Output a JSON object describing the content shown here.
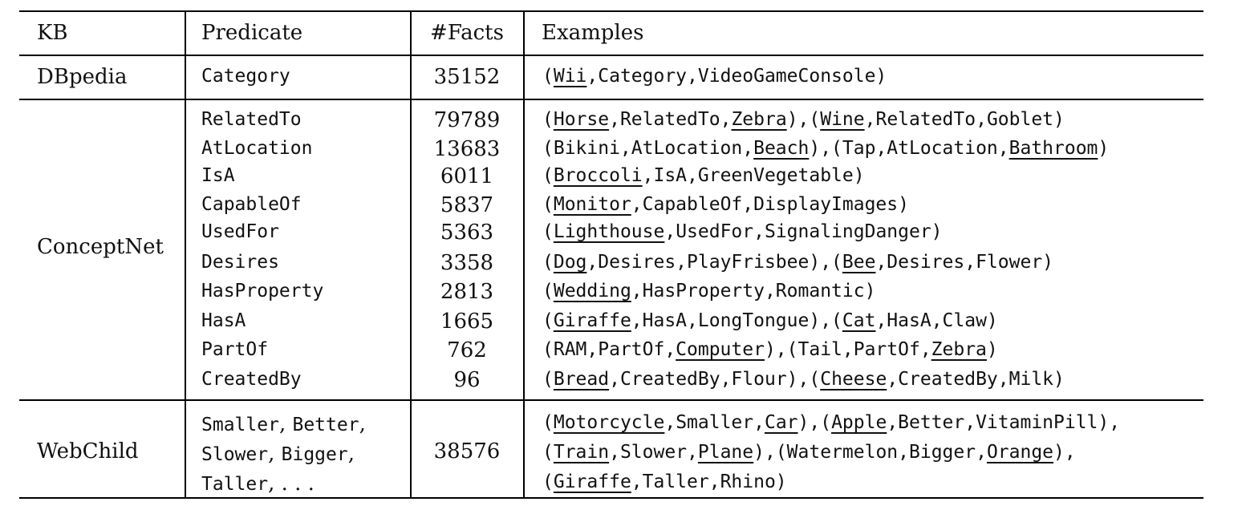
{
  "header": {
    "kb": "KB",
    "predicate": "Predicate",
    "facts": "#Facts",
    "examples": "Examples"
  },
  "rows": {
    "dbpedia": {
      "kb": "DBpedia",
      "predicates": [
        "Category"
      ],
      "facts": [
        "35152"
      ],
      "examples": [
        [
          [
            "(",
            false
          ],
          [
            "Wii",
            true
          ],
          [
            ",Category,VideoGameConsole)",
            false
          ]
        ]
      ]
    },
    "conceptnet": {
      "kb": "ConceptNet",
      "predicates": [
        "RelatedTo",
        "AtLocation",
        "IsA",
        "CapableOf",
        "UsedFor",
        "Desires",
        "HasProperty",
        "HasA",
        "PartOf",
        "CreatedBy"
      ],
      "facts": [
        "79789",
        "13683",
        "6011",
        "5837",
        "5363",
        "3358",
        "2813",
        "1665",
        "762",
        "96"
      ],
      "examples": [
        [
          [
            "(",
            false
          ],
          [
            "Horse",
            true
          ],
          [
            ",RelatedTo,",
            false
          ],
          [
            "Zebra",
            true
          ],
          [
            "),(",
            false
          ],
          [
            "Wine",
            true
          ],
          [
            ",RelatedTo,Goblet)",
            false
          ]
        ],
        [
          [
            "(Bikini,AtLocation,",
            false
          ],
          [
            "Beach",
            true
          ],
          [
            "),(Tap,AtLocation,",
            false
          ],
          [
            "Bathroom",
            true
          ],
          [
            ")",
            false
          ]
        ],
        [
          [
            "(",
            false
          ],
          [
            "Broccoli",
            true
          ],
          [
            ",IsA,GreenVegetable)",
            false
          ]
        ],
        [
          [
            "(",
            false
          ],
          [
            "Monitor",
            true
          ],
          [
            ",CapableOf,DisplayImages)",
            false
          ]
        ],
        [
          [
            "(",
            false
          ],
          [
            "Lighthouse",
            true
          ],
          [
            ",UsedFor,SignalingDanger)",
            false
          ]
        ],
        [
          [
            "(",
            false
          ],
          [
            "Dog",
            true
          ],
          [
            ",Desires,PlayFrisbee),(",
            false
          ],
          [
            "Bee",
            true
          ],
          [
            ",Desires,Flower)",
            false
          ]
        ],
        [
          [
            "(",
            false
          ],
          [
            "Wedding",
            true
          ],
          [
            ",HasProperty,Romantic)",
            false
          ]
        ],
        [
          [
            "(",
            false
          ],
          [
            "Giraffe",
            true
          ],
          [
            ",HasA,LongTongue),(",
            false
          ],
          [
            "Cat",
            true
          ],
          [
            ",HasA,Claw)",
            false
          ]
        ],
        [
          [
            "(RAM,PartOf,",
            false
          ],
          [
            "Computer",
            true
          ],
          [
            "),(Tail,PartOf,",
            false
          ],
          [
            "Zebra",
            true
          ],
          [
            ")",
            false
          ]
        ],
        [
          [
            "(",
            false
          ],
          [
            "Bread",
            true
          ],
          [
            ",CreatedBy,Flour),(",
            false
          ],
          [
            "Cheese",
            true
          ],
          [
            ",CreatedBy,Milk)",
            false
          ]
        ]
      ]
    },
    "webchild": {
      "kb": "WebChild",
      "predicate_lines": [
        [
          [
            "Smaller",
            "mono"
          ],
          [
            ", ",
            "serif"
          ],
          [
            "Better",
            "mono"
          ],
          [
            ",",
            "serif"
          ]
        ],
        [
          [
            "Slower",
            "mono"
          ],
          [
            ", ",
            "serif"
          ],
          [
            "Bigger",
            "mono"
          ],
          [
            ",",
            "serif"
          ]
        ],
        [
          [
            "Taller",
            "mono"
          ],
          [
            ", . . .",
            "serif"
          ]
        ]
      ],
      "facts": "38576",
      "examples": [
        [
          [
            "(",
            false
          ],
          [
            "Motorcycle",
            true
          ],
          [
            ",Smaller,",
            false
          ],
          [
            "Car",
            true
          ],
          [
            "),(",
            false
          ],
          [
            "Apple",
            true
          ],
          [
            ",Better,VitaminPill),",
            false
          ]
        ],
        [
          [
            "(",
            false
          ],
          [
            "Train",
            true
          ],
          [
            ",Slower,",
            false
          ],
          [
            "Plane",
            true
          ],
          [
            "),(Watermelon,Bigger,",
            false
          ],
          [
            "Orange",
            true
          ],
          [
            "),",
            false
          ]
        ],
        [
          [
            "(",
            false
          ],
          [
            "Giraffe",
            true
          ],
          [
            ",Taller,Rhino)",
            false
          ]
        ]
      ]
    }
  }
}
